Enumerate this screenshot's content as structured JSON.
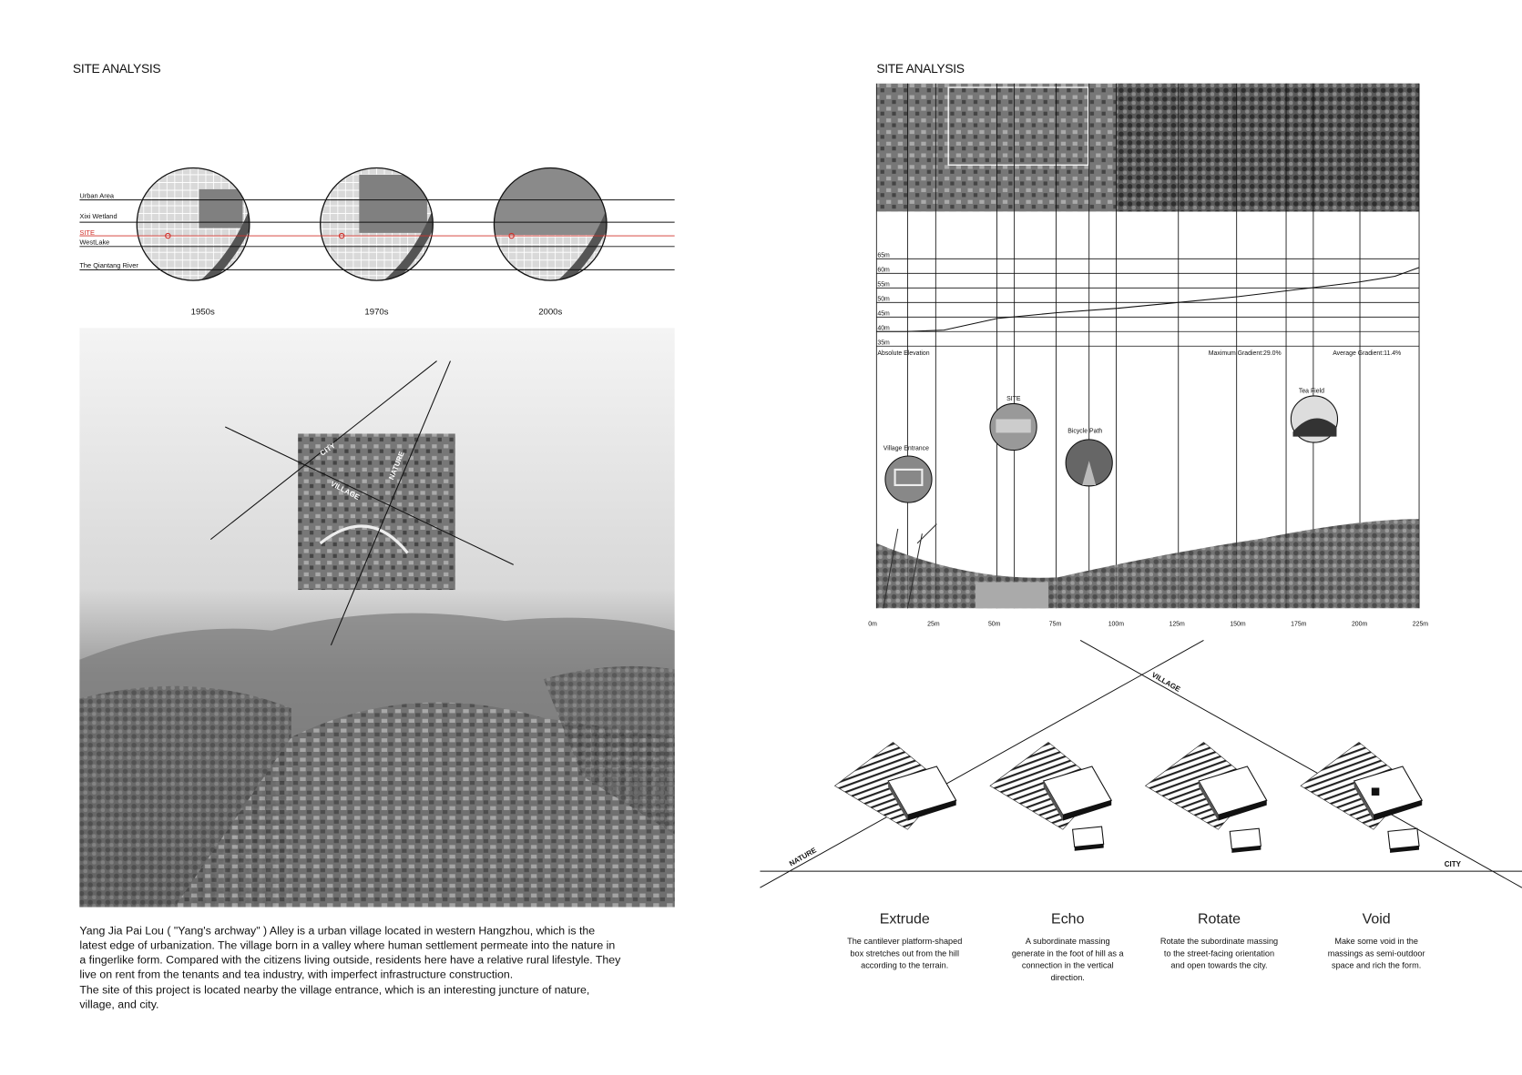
{
  "left_page": {
    "title": "SITE ANALYSIS",
    "map_legend": {
      "urban_area": "Urban Area",
      "xixi_wetland": "Xixi Wetland",
      "site": "SITE",
      "west_lake": "WestLake",
      "qiantang_river": "The Qiantang River"
    },
    "maps": [
      {
        "year": "1950s"
      },
      {
        "year": "1970s"
      },
      {
        "year": "2000s"
      }
    ],
    "satellite_labels": {
      "city": "CITY",
      "village": "VILLAGE",
      "nature": "NATURE"
    },
    "paragraph_lines": [
      "Yang Jia Pai Lou  ( \"Yang's archway\" ) Alley is a urban village located in western Hangzhou, which is the",
      "latest edge of urbanization. The village born in a valley where human settlement permeate into the nature in",
      "a fingerlike form. Compared with the citizens living outside, residents here have a relative rural lifestyle. They",
      "live on rent from the tenants and tea industry, with imperfect infrastructure construction.",
      "The site of this project is located nearby the village entrance, which is an interesting juncture of nature,",
      "village, and city."
    ],
    "site_color": "#d0302a"
  },
  "right_page": {
    "title": "SITE ANALYSIS",
    "elevation_labels": [
      "65m",
      "60m",
      "55m",
      "50m",
      "45m",
      "40m",
      "35m"
    ],
    "absolute_elevation": "Absolute Elevation",
    "max_gradient": "Maximum Gradient:29.0%",
    "avg_gradient": "Average Gradient:11.4%",
    "points": [
      {
        "label": "Village Entrance"
      },
      {
        "label": "SITE"
      },
      {
        "label": "Bicycle Path"
      },
      {
        "label": "Tea Field"
      }
    ],
    "distance_labels": [
      "0m",
      "25m",
      "50m",
      "75m",
      "100m",
      "125m",
      "150m",
      "175m",
      "200m",
      "225m"
    ],
    "elevation_profile": {
      "distance_m": [
        0,
        12,
        28,
        50,
        75,
        100,
        125,
        150,
        175,
        200,
        215,
        225
      ],
      "elevation_m": [
        40,
        40,
        40.5,
        44.5,
        46.5,
        48,
        50,
        52,
        54.5,
        57,
        59,
        62
      ]
    },
    "axis_labels": {
      "village": "VILLAGE",
      "nature": "NATURE",
      "city": "CITY"
    },
    "strategies": [
      {
        "name": "Extrude",
        "lines": [
          "The cantilever platform-shaped",
          "box stretches out from the hill",
          "according to the terrain."
        ]
      },
      {
        "name": "Echo",
        "lines": [
          "A subordinate massing",
          "generate in the foot of hill as a",
          "connection in the vertical",
          "direction."
        ]
      },
      {
        "name": "Rotate",
        "lines": [
          "Rotate the subordinate massing",
          "to the street-facing orientation",
          "and open towards the city."
        ]
      },
      {
        "name": "Void",
        "lines": [
          "Make some void in the",
          "massings as semi-outdoor",
          "space and rich the form."
        ]
      }
    ]
  }
}
